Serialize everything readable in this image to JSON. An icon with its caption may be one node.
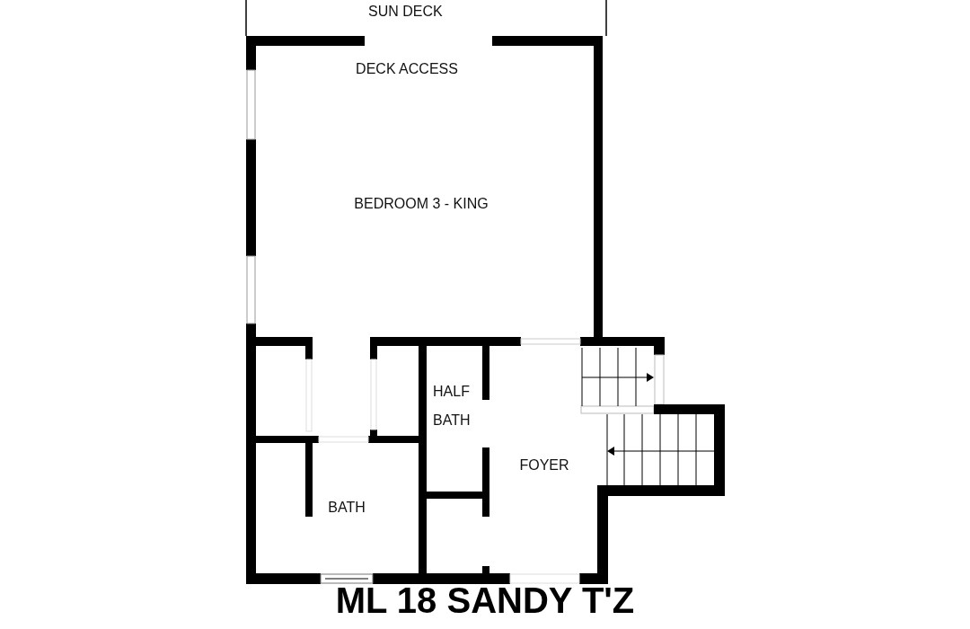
{
  "diagram": {
    "title": "ML 18 SANDY T'Z",
    "labels": [
      "SUN DECK",
      "DECK ACCESS",
      "BEDROOM 3 - KING",
      "HALF BATH",
      "FOYER",
      "BATH"
    ]
  }
}
